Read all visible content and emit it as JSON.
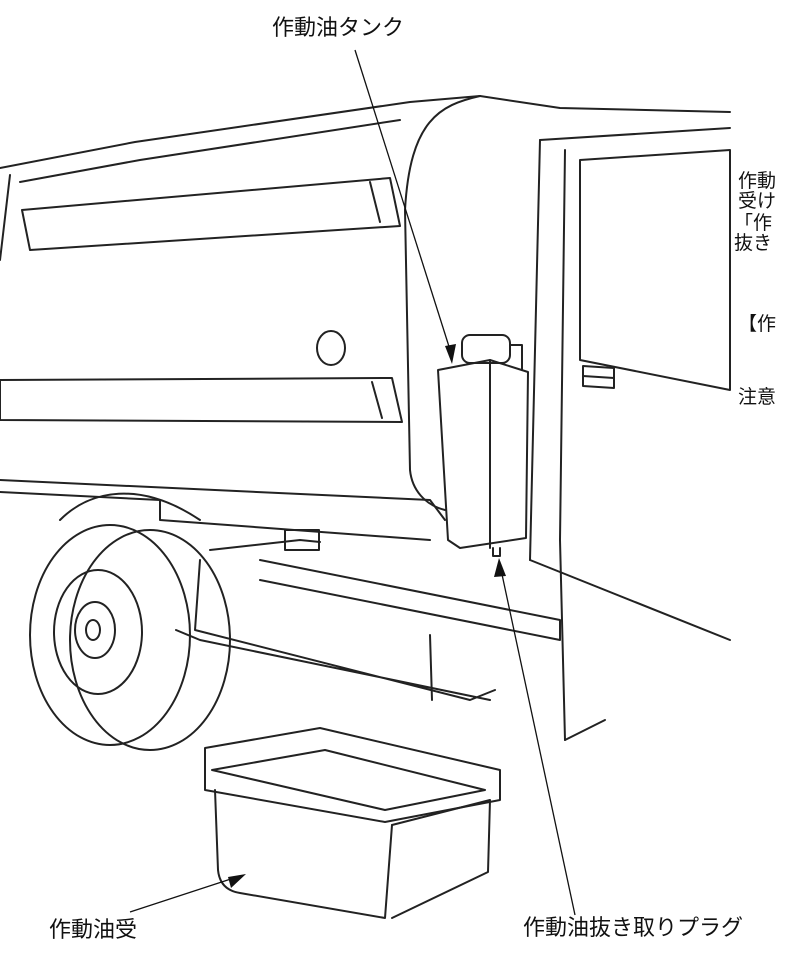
{
  "labels": {
    "tank": "作動油タンク",
    "receiver": "作動油受",
    "drain_plug": "作動油抜き取りプラグ"
  },
  "side_text": {
    "line1": "作動",
    "line2": "受け",
    "line3": "「作",
    "line4": "抜き",
    "line5": "【作",
    "line6": "注意"
  }
}
